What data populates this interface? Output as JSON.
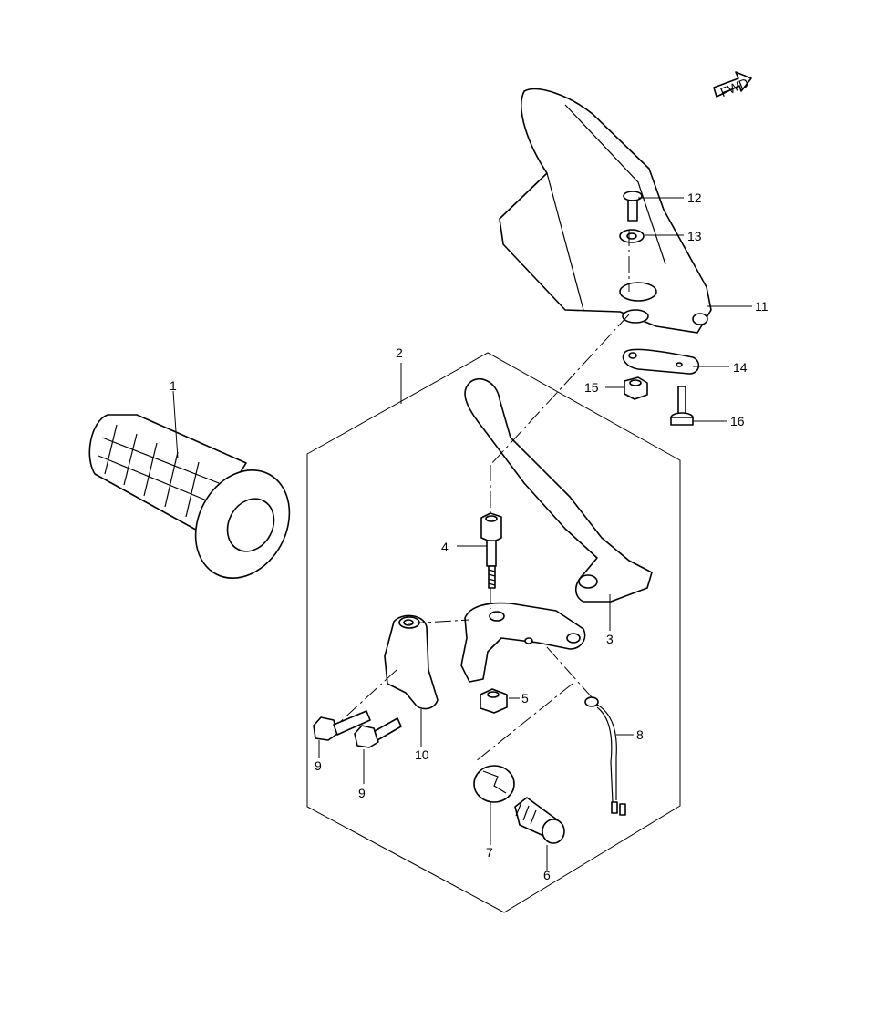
{
  "callouts": {
    "c1": "1",
    "c2": "2",
    "c3": "3",
    "c4": "4",
    "c5": "5",
    "c6": "6",
    "c7": "7",
    "c8": "8",
    "c9a": "9",
    "c9b": "9",
    "c10": "10",
    "c11": "11",
    "c12": "12",
    "c13": "13",
    "c14": "14",
    "c15": "15",
    "c16": "16"
  },
  "fwd_label": "FWD"
}
